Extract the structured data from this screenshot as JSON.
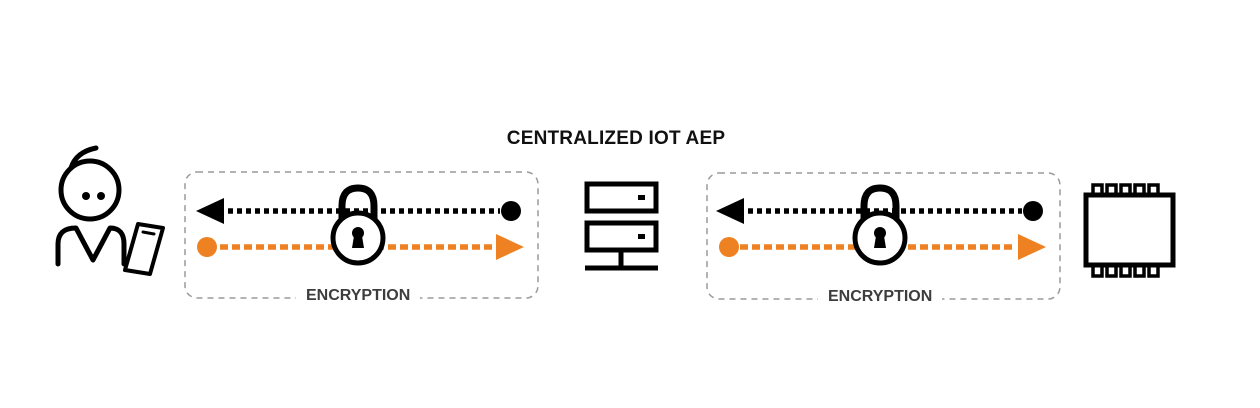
{
  "title": "CENTRALIZED IOT AEP",
  "channels": [
    {
      "label": "ENCRYPTION"
    },
    {
      "label": "ENCRYPTION"
    }
  ],
  "icons": [
    "user-with-phone-icon",
    "lock-icon",
    "server-icon",
    "lock-icon",
    "chip-icon"
  ],
  "colors": {
    "downstream_arrow": "#000000",
    "upstream_arrow": "#ee8122",
    "box_border": "#9a9a9a",
    "label_text": "#3d3d3d"
  }
}
